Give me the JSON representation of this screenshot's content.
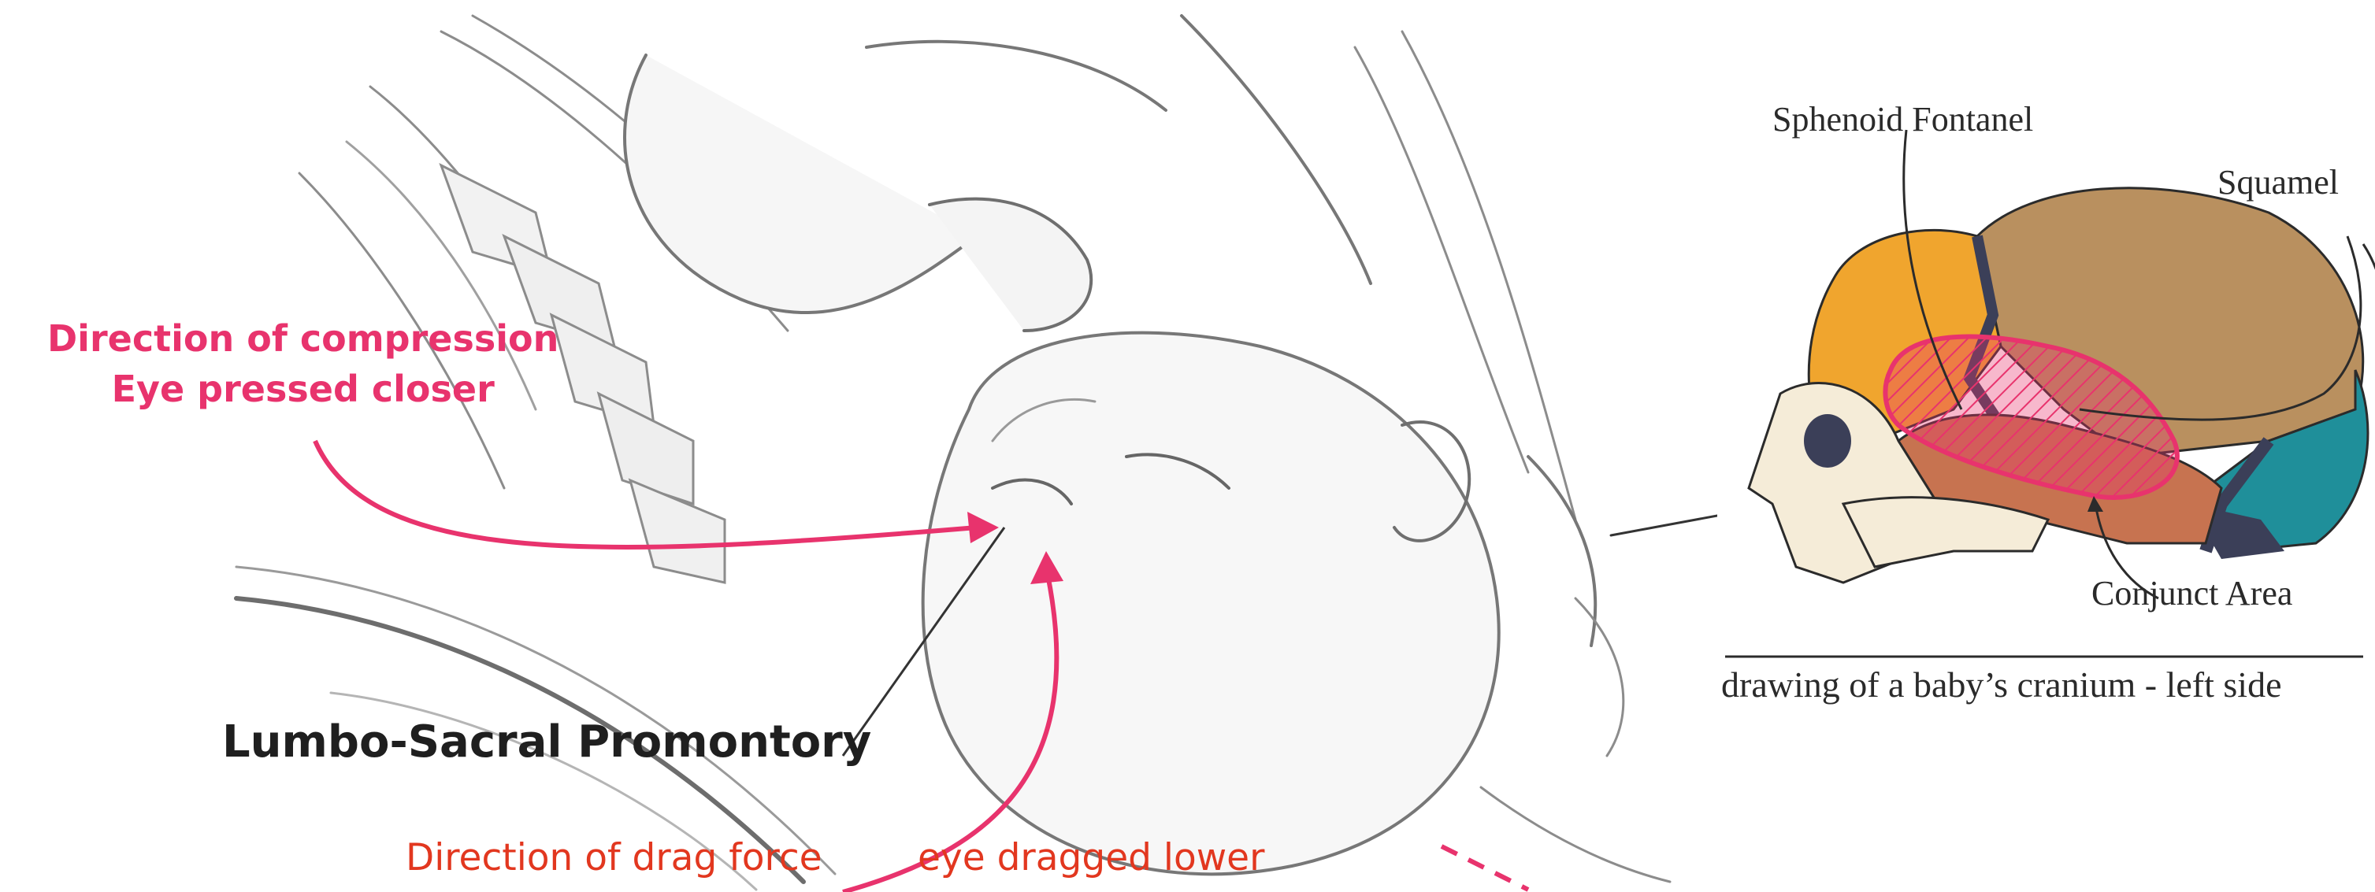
{
  "labels": {
    "compression_line1": "Direction of compression",
    "compression_line2": "Eye pressed closer",
    "promontory": "Lumbo-Sacral Promontory",
    "drag_force": "Direction of drag force",
    "eye_dragged": "eye dragged lower"
  },
  "cranium": {
    "sphenoid": "Sphenoid Fontanel",
    "squamel": "Squamel",
    "conjunct": "Conjunct Area",
    "caption": "drawing of  a baby’s cranium - left side"
  },
  "colors": {
    "arrow_pink": "#e8336d",
    "drag_red": "#e2371f",
    "frontal": "#f0a52e",
    "parietal": "#b9905f",
    "occipital": "#1f8f9a",
    "temporal": "#c77350",
    "sutures": "#3b3f58"
  }
}
